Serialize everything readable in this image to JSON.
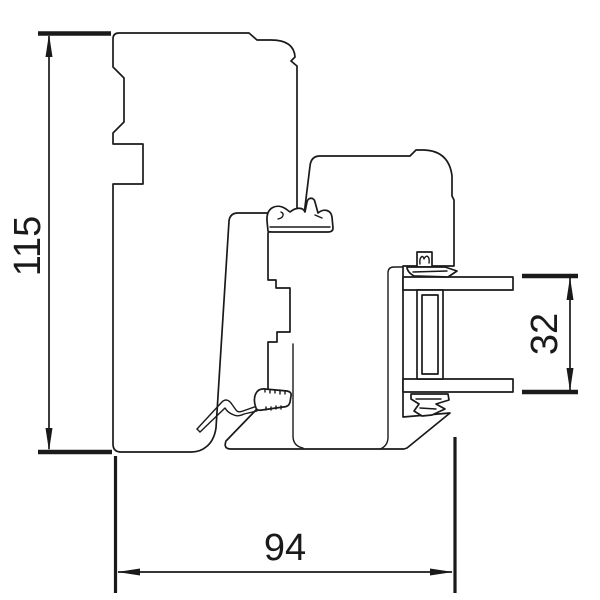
{
  "drawing": {
    "type": "technical-cross-section",
    "subject": "window frame and sash profile section with insulated glazing unit",
    "dimensions": {
      "frame_height": "115",
      "glazing_thickness": "32",
      "frame_width": "94"
    },
    "colors": {
      "line": "#1a1a1a",
      "background": "#ffffff"
    }
  }
}
